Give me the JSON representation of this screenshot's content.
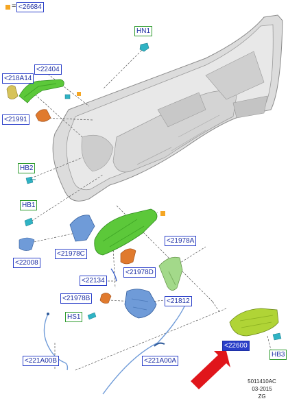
{
  "legend": {
    "swatch_color": "#f5a623",
    "equals": "=",
    "ref": "<26684"
  },
  "callouts": {
    "c26684": "<26684",
    "hn1": "HN1",
    "c22404": "<22404",
    "c218a14": "<218A14",
    "c21991": "<21991",
    "hb2": "HB2",
    "hb1": "HB1",
    "c22008": "<22008",
    "c21978c": "<21978C",
    "c21978a": "<21978A",
    "c21978d": "<21978D",
    "c22134": "<22134",
    "c21978b": "<21978B",
    "c21812": "<21812",
    "hs1": "HS1",
    "c221a00b": "<221A00B",
    "c221a00a": "<221A00A",
    "c22600": "<22600",
    "hb3": "HB3"
  },
  "footer": {
    "code": "5011410AC",
    "date": "03-2015",
    "suffix": "ZG"
  },
  "colors": {
    "outline": "#2a3fc9",
    "green_frame": "#2e9b2e",
    "highlight": "#2a3fc9",
    "arrow": "#e0161b",
    "part_green": "#5cc83a",
    "part_blue": "#6f9bd8",
    "part_orange": "#e07a2e",
    "part_teal": "#2fb3c4"
  }
}
